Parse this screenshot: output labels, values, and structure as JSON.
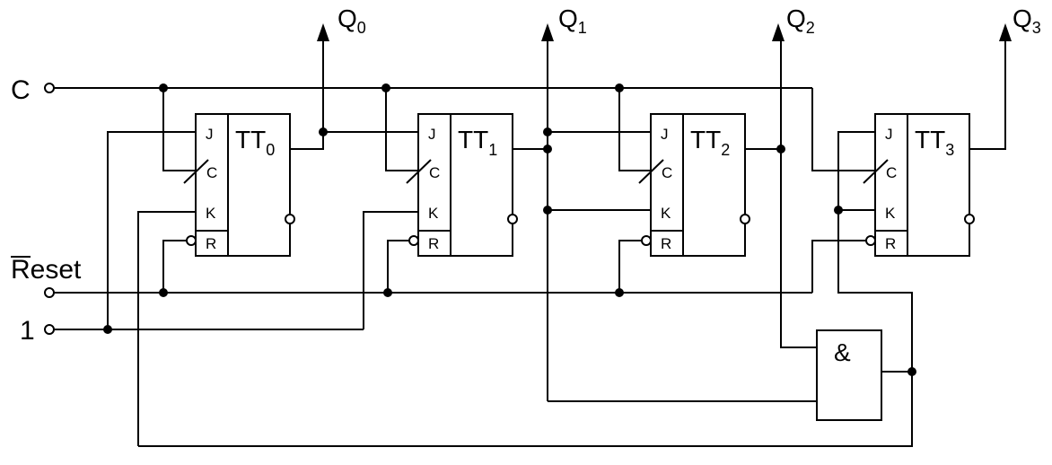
{
  "inputs": {
    "clock": "C",
    "reset": "Reset",
    "one": "1"
  },
  "flipflops": [
    {
      "name": "TT",
      "index": "0",
      "output": "Q",
      "output_index": "0"
    },
    {
      "name": "TT",
      "index": "1",
      "output": "Q",
      "output_index": "1"
    },
    {
      "name": "TT",
      "index": "2",
      "output": "Q",
      "output_index": "2"
    },
    {
      "name": "TT",
      "index": "3",
      "output": "Q",
      "output_index": "3"
    }
  ],
  "pins": {
    "j": "J",
    "c": "C",
    "k": "K",
    "r": "R"
  },
  "gate": {
    "symbol": "&"
  }
}
